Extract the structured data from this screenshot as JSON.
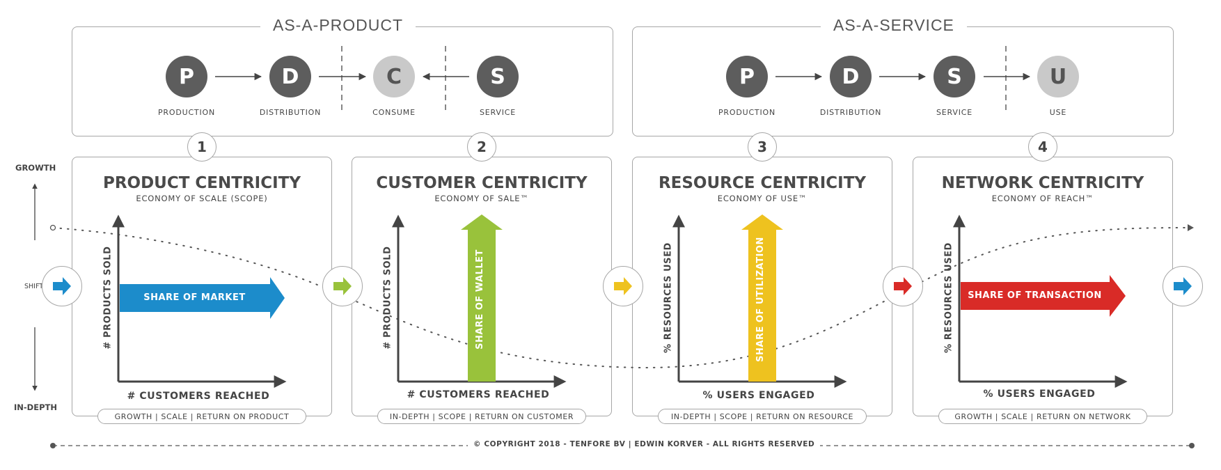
{
  "groups": {
    "product": {
      "title": "AS-A-PRODUCT",
      "nodes": [
        {
          "letter": "P",
          "label": "PRODUCTION",
          "tone": "dark"
        },
        {
          "letter": "D",
          "label": "DISTRIBUTION",
          "tone": "dark"
        },
        {
          "letter": "C",
          "label": "CONSUME",
          "tone": "light"
        },
        {
          "letter": "S",
          "label": "SERVICE",
          "tone": "dark"
        }
      ]
    },
    "service": {
      "title": "AS-A-SERVICE",
      "nodes": [
        {
          "letter": "P",
          "label": "PRODUCTION",
          "tone": "dark"
        },
        {
          "letter": "D",
          "label": "DISTRIBUTION",
          "tone": "dark"
        },
        {
          "letter": "S",
          "label": "SERVICE",
          "tone": "dark"
        },
        {
          "letter": "U",
          "label": "USE",
          "tone": "light"
        }
      ]
    }
  },
  "side": {
    "growth": "GROWTH",
    "shift": "SHIFT",
    "in_depth": "IN-DEPTH"
  },
  "panels": [
    {
      "number": "1",
      "title": "PRODUCT CENTRICITY",
      "subtitle": "ECONOMY OF SCALE (SCOPE)",
      "y_label": "# PRODUCTS SOLD",
      "x_label": "# CUSTOMERS REACHED",
      "arrow_label": "SHARE OF MARKET",
      "arrow_dir": "horizontal",
      "arrow_color": "#1c8ccb",
      "footer": "GROWTH | SCALE | RETURN ON PRODUCT"
    },
    {
      "number": "2",
      "title": "CUSTOMER CENTRICITY",
      "subtitle": "ECONOMY OF SALE™",
      "y_label": "# PRODUCTS SOLD",
      "x_label": "# CUSTOMERS REACHED",
      "arrow_label": "SHARE OF WALLET",
      "arrow_dir": "vertical",
      "arrow_color": "#99c23b",
      "footer": "IN-DEPTH | SCOPE | RETURN ON CUSTOMER"
    },
    {
      "number": "3",
      "title": "RESOURCE CENTRICITY",
      "subtitle": "ECONOMY OF USE™",
      "y_label": "% RESOURCES USED",
      "x_label": "% USERS ENGAGED",
      "arrow_label": "SHARE OF UTILIZATION",
      "arrow_dir": "vertical",
      "arrow_color": "#eec21f",
      "footer": "IN-DEPTH | SCOPE | RETURN ON RESOURCE"
    },
    {
      "number": "4",
      "title": "NETWORK CENTRICITY",
      "subtitle": "ECONOMY OF REACH™",
      "y_label": "% RESOURCES USED",
      "x_label": "% USERS ENGAGED",
      "arrow_label": "SHARE OF TRANSACTION",
      "arrow_dir": "horizontal",
      "arrow_color": "#d92b27",
      "footer": "GROWTH | SCALE | RETURN ON NETWORK"
    }
  ],
  "shift_arrows": [
    "#1c8ccb",
    "#99c23b",
    "#eec21f",
    "#d92b27",
    "#1c8ccb"
  ],
  "footer": "© COPYRIGHT 2018 - TENFORE BV | EDWIN KORVER - ALL RIGHTS RESERVED"
}
